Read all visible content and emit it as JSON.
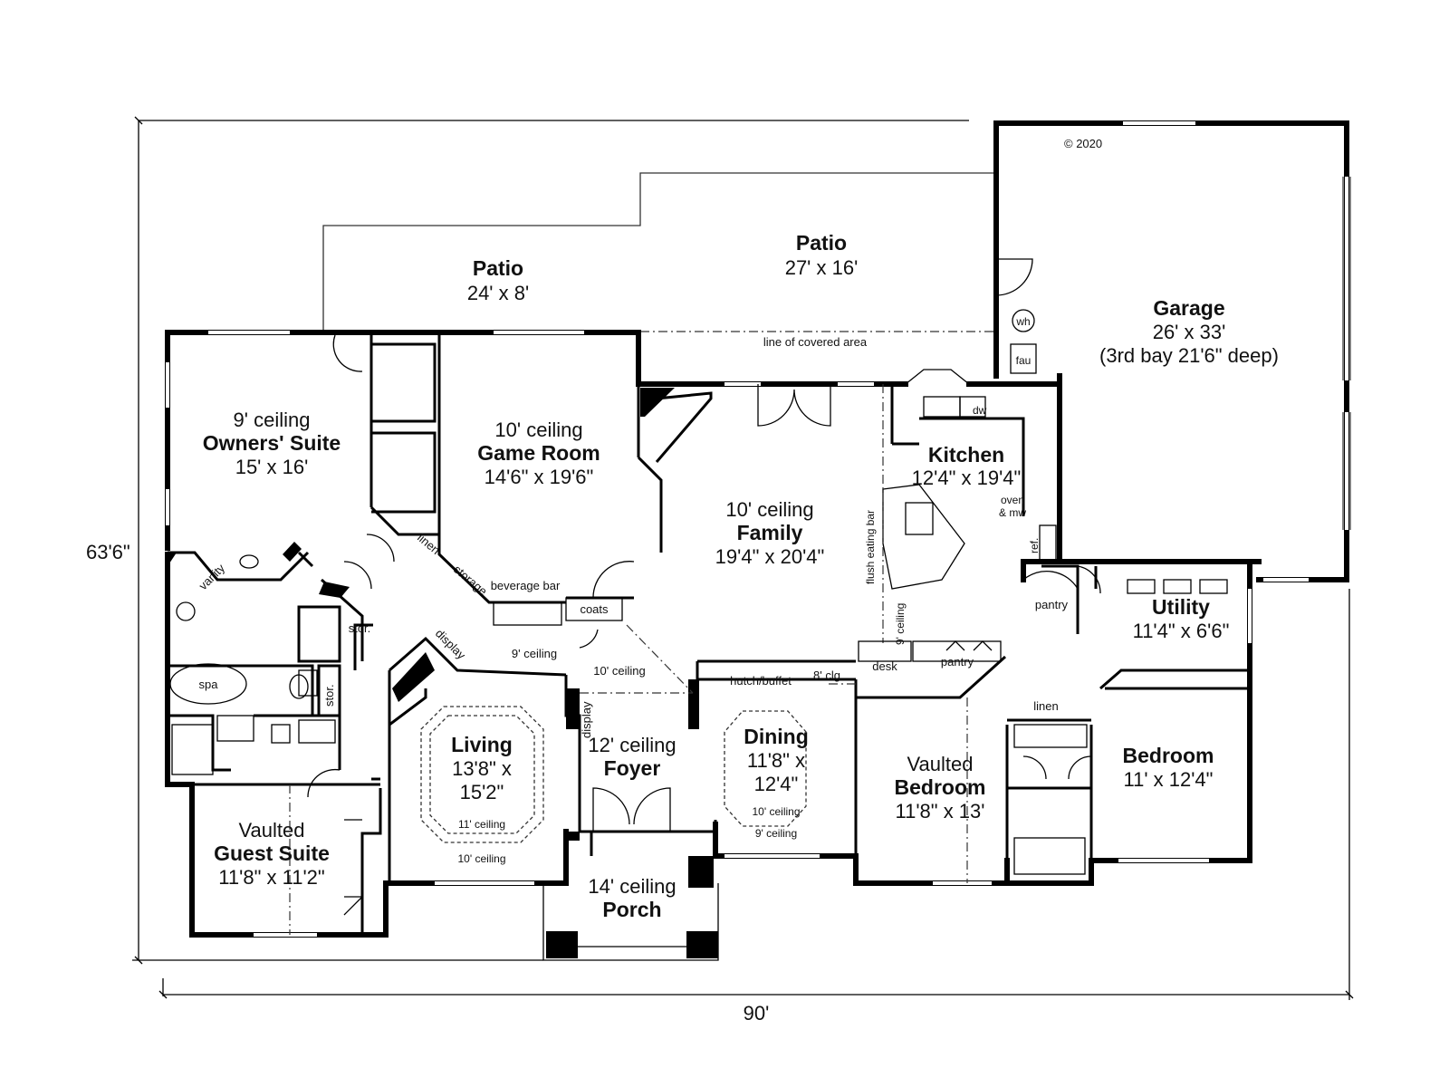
{
  "copyright": "© 2020",
  "dimensions": {
    "width": "90'",
    "depth": "63'6\""
  },
  "note_covered": "line of covered area",
  "rooms": {
    "patio_left": {
      "name": "Patio",
      "size": "24' x 8'"
    },
    "patio_right": {
      "name": "Patio",
      "size": "27' x 16'"
    },
    "garage": {
      "name": "Garage",
      "size": "26' x 33'",
      "note": "(3rd bay 21'6\" deep)"
    },
    "owners_suite": {
      "ceiling": "9' ceiling",
      "name": "Owners' Suite",
      "size": "15' x 16'"
    },
    "game_room": {
      "ceiling": "10' ceiling",
      "name": "Game Room",
      "size": "14'6\" x 19'6\""
    },
    "family": {
      "ceiling": "10' ceiling",
      "name": "Family",
      "size": "19'4\" x 20'4\""
    },
    "kitchen": {
      "name": "Kitchen",
      "size": "12'4\" x 19'4\""
    },
    "utility": {
      "name": "Utility",
      "size": "11'4\" x 6'6\""
    },
    "living": {
      "name": "Living",
      "size_line1": "13'8\" x",
      "size_line2": "15'2\"",
      "ceiling_inner": "11' ceiling",
      "ceiling_outer": "10' ceiling"
    },
    "foyer": {
      "ceiling": "12' ceiling",
      "name": "Foyer"
    },
    "dining": {
      "name": "Dining",
      "size_line1": "11'8\" x",
      "size_line2": "12'4\"",
      "ceiling_inner": "10' ceiling",
      "ceiling_outer": "9' ceiling"
    },
    "vaulted_bedroom": {
      "ceiling": "Vaulted",
      "name": "Bedroom",
      "size": "11'8\" x 13'"
    },
    "bedroom": {
      "name": "Bedroom",
      "size": "11' x 12'4\""
    },
    "guest_suite": {
      "ceiling": "Vaulted",
      "name": "Guest Suite",
      "size": "11'8\" x 11'2\""
    },
    "porch": {
      "ceiling": "14' ceiling",
      "name": "Porch"
    }
  },
  "labels": {
    "wh": "wh",
    "fau": "fau",
    "dw": "dw",
    "oven_1": "oven",
    "oven_2": "& mw",
    "ref": "ref.",
    "pantry_kitchen": "pantry",
    "pantry_lower": "pantry",
    "desk": "desk",
    "flush_bar": "flush eating bar",
    "ceiling_9_kitchen": "9' ceiling",
    "beverage_bar": "beverage bar",
    "coats": "coats",
    "storage": "storage",
    "linen_top": "linen",
    "ceiling_9_hall": "9' ceiling",
    "ceiling_10_hall": "10' ceiling",
    "hutch": "hutch/buffet",
    "clg8": "8' clg",
    "display_1": "display",
    "display_2": "display",
    "vanity": "vanity",
    "spa": "spa",
    "stor_1": "stor.",
    "stor_2": "stor.",
    "linen_bath": "linen"
  }
}
